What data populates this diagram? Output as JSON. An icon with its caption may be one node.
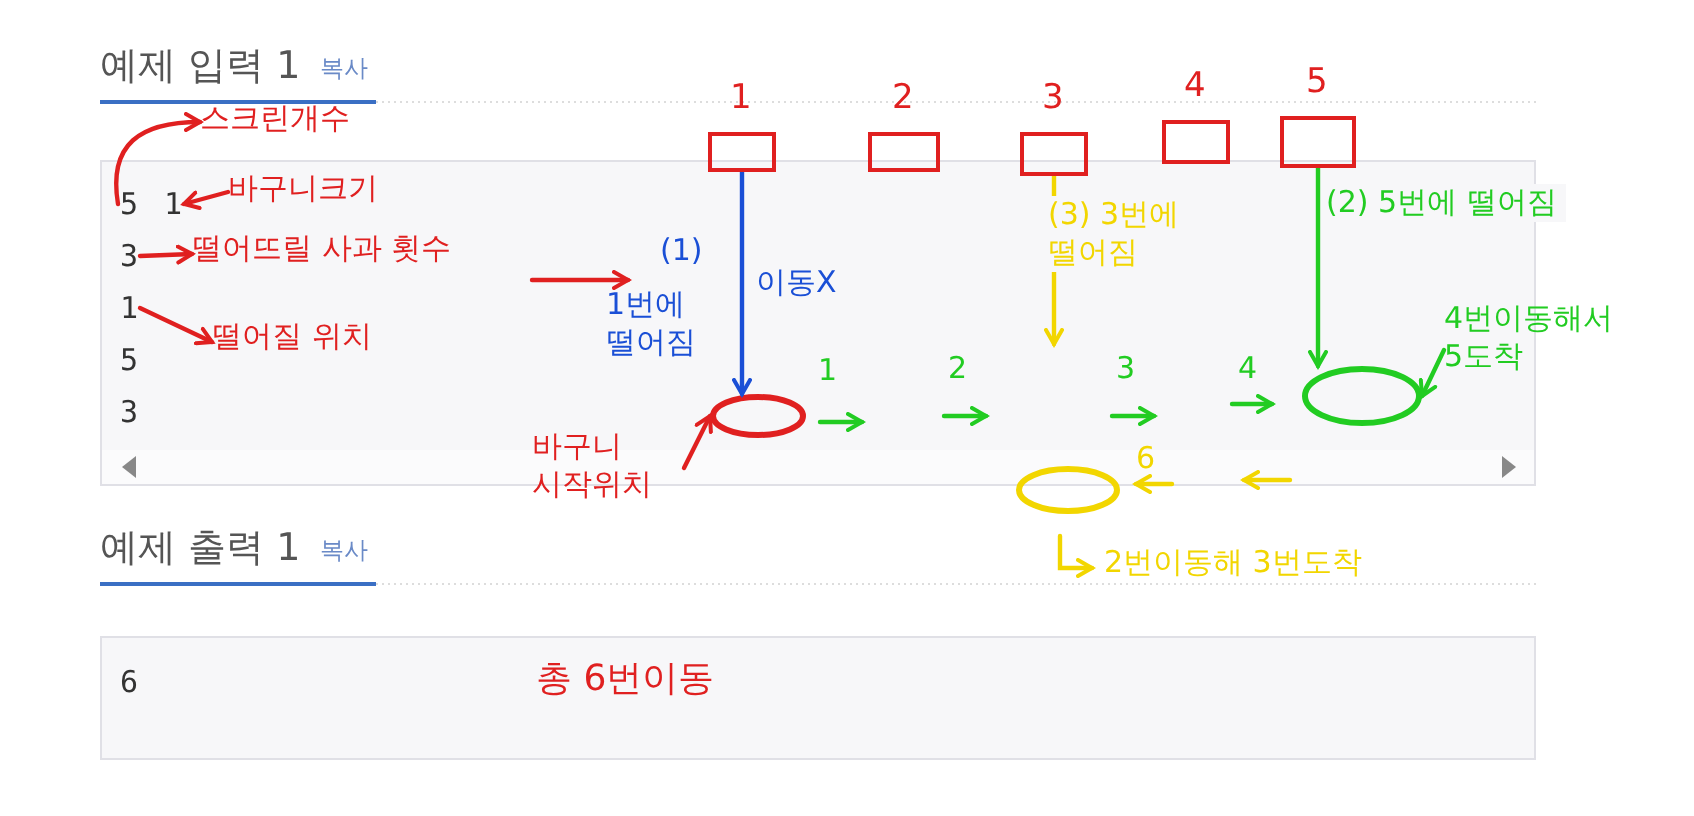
{
  "diagram": {
    "nodes": [
      {
        "text": [],
        "shape": "box"
      },
      {
        "text": [
          "5"
        ],
        "in": 0
      },
      {
        "text": [
          "1"
        ],
        "in": 0
      },
      {
        "text": [
          "3"
        ],
        "in": 0
      },
      {
        "text": [
          "1"
        ],
        "in": 0
      },
      {
        "text": [
          "5"
        ],
        "in": 0
      },
      {
        "text": [
          "3"
        ],
        "in": 0
      },
      {
        "text": [
          "스크린개수"
        ]
      },
      {
        "text": [
          "바구니크기"
        ],
        "in": 0
      },
      {
        "text": [
          "떨어뜨릴 사과 횟수"
        ],
        "in": 0
      },
      {
        "text": [
          "떨어질 위치"
        ],
        "in": 0
      },
      {
        "text": [],
        "shape": "box",
        "beside": [
          "1"
        ]
      },
      {
        "text": [],
        "shape": "box",
        "beside": [
          "2"
        ]
      },
      {
        "text": [],
        "shape": "box",
        "beside": [
          "3"
        ]
      },
      {
        "text": [],
        "shape": "box",
        "beside": [
          "4"
        ]
      },
      {
        "text": [],
        "shape": "box",
        "beside": [
          "5"
        ]
      },
      {
        "text": [],
        "shape": "circle",
        "in": 0
      },
      {
        "text": [],
        "shape": "circle",
        "in": 0
      },
      {
        "text": [],
        "shape": "circle"
      },
      {
        "text": [
          "바구니 시작위치"
        ]
      },
      {
        "text": [
          "4번이동해서 5도착"
        ]
      },
      {
        "text": [
          "6"
        ]
      }
    ],
    "edges": [
      {
        "from": 1,
        "to": 7,
        "arrow": "to"
      },
      {
        "from": 8,
        "to": 2,
        "arrow": "to"
      },
      {
        "from": 3,
        "to": 9,
        "arrow": "to"
      },
      {
        "from": 4,
        "to": 10,
        "arrow": "to"
      },
      {
        "from": 11,
        "to": 16,
        "arrow": "to",
        "label": "이동X",
        "color": "#1a4fd6"
      },
      {
        "from": 19,
        "to": 16,
        "arrow": "to"
      },
      {
        "from": 15,
        "to": 17,
        "arrow": "to",
        "label": "(2) 5번에 떨어짐",
        "color": "#22cc22"
      },
      {
        "from": 13,
        "to": null,
        "arrow": "to",
        "label": "(3) 3번에 떨어짐",
        "color": "#f2d600"
      },
      {
        "from": 20,
        "to": 17,
        "arrow": "to",
        "color": "#22cc22"
      }
    ],
    "labels": [
      "예제 입력 1",
      "복사",
      "(1)",
      "1번에 떨어짐",
      "1",
      "2",
      "3",
      "4",
      "6",
      "예제 출력 1",
      "복사",
      "2번이동해 3번도착",
      "총 6번이동"
    ]
  }
}
